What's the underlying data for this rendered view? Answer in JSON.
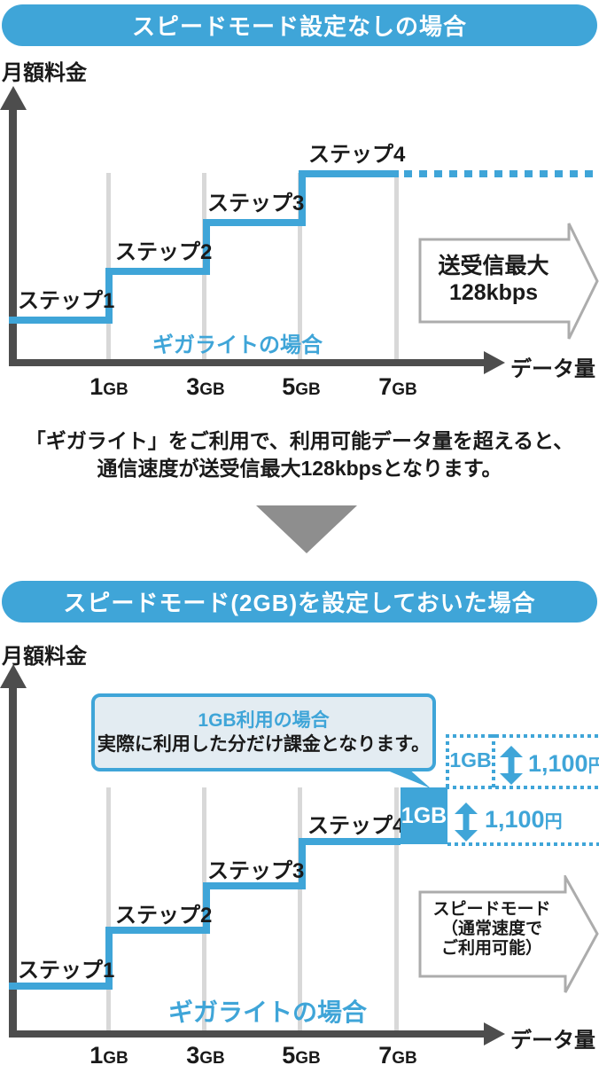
{
  "colors": {
    "accent_blue": "#3fa5d8",
    "callout_fill": "#e3ecf2",
    "axis_dark": "#4d4d4d",
    "gridline_gray": "#d8d8d8",
    "outline_arrow_gray": "#acacac",
    "transition_triangle_gray": "#8e8e8e",
    "text_black": "#1a1a1a"
  },
  "section1": {
    "banner": "スピードモード設定なしの場合",
    "y_axis": "月額料金",
    "x_axis": "データ量",
    "steps": [
      "ステップ1",
      "ステップ2",
      "ステップ3",
      "ステップ4"
    ],
    "ticks": [
      {
        "num": "1",
        "unit": "GB"
      },
      {
        "num": "3",
        "unit": "GB"
      },
      {
        "num": "5",
        "unit": "GB"
      },
      {
        "num": "7",
        "unit": "GB"
      }
    ],
    "plan_label": "ギガライトの場合",
    "speed_arrow": {
      "line1": "送受信最大",
      "line2": "128kbps"
    }
  },
  "middle": {
    "line1": "「ギガライト」をご利用で、利用可能データ量を超えると、",
    "line2": "通信速度が送受信最大128kbpsとなります。"
  },
  "section2": {
    "banner": "スピードモード(2GB)を設定しておいた場合",
    "y_axis": "月額料金",
    "x_axis": "データ量",
    "steps": [
      "ステップ1",
      "ステップ2",
      "ステップ3",
      "ステップ4"
    ],
    "ticks": [
      {
        "num": "1",
        "unit": "GB"
      },
      {
        "num": "3",
        "unit": "GB"
      },
      {
        "num": "5",
        "unit": "GB"
      },
      {
        "num": "7",
        "unit": "GB"
      }
    ],
    "plan_label": "ギガライトの場合",
    "callout": {
      "title": "1GB利用の場合",
      "body": "実際に利用した分だけ課金となります。"
    },
    "gb_block_dotted": {
      "label": "1GB"
    },
    "gb_block_solid": {
      "label": "1GB"
    },
    "price_upper": {
      "amount": "1,100",
      "unit": "円"
    },
    "price_lower": {
      "amount": "1,100",
      "unit": "円"
    },
    "speed_arrow": {
      "line1": "スピードモード",
      "line2": "（通常速度で",
      "line3": "ご利用可能）"
    }
  },
  "chart_data": [
    {
      "type": "step",
      "title": "スピードモード設定なしの場合",
      "xlabel": "データ量",
      "ylabel": "月額料金",
      "x_ticks": [
        "1GB",
        "3GB",
        "5GB",
        "7GB"
      ],
      "series_label": "ギガライトの場合",
      "steps": [
        {
          "label": "ステップ1",
          "x_range": [
            "0GB",
            "1GB"
          ],
          "level": 1
        },
        {
          "label": "ステップ2",
          "x_range": [
            "1GB",
            "3GB"
          ],
          "level": 2
        },
        {
          "label": "ステップ3",
          "x_range": [
            "3GB",
            "5GB"
          ],
          "level": 3
        },
        {
          "label": "ステップ4",
          "x_range": [
            "5GB",
            "7GB"
          ],
          "level": 4
        }
      ],
      "beyond_7gb": "dotted line at ステップ4 level",
      "annotation": "送受信最大128kbps",
      "grid": true,
      "legend_position": "none"
    },
    {
      "type": "step",
      "title": "スピードモード(2GB)を設定しておいた場合",
      "xlabel": "データ量",
      "ylabel": "月額料金",
      "x_ticks": [
        "1GB",
        "3GB",
        "5GB",
        "7GB"
      ],
      "series_label": "ギガライトの場合",
      "steps": [
        {
          "label": "ステップ1",
          "x_range": [
            "0GB",
            "1GB"
          ],
          "level": 1
        },
        {
          "label": "ステップ2",
          "x_range": [
            "1GB",
            "3GB"
          ],
          "level": 2
        },
        {
          "label": "ステップ3",
          "x_range": [
            "3GB",
            "5GB"
          ],
          "level": 3
        },
        {
          "label": "ステップ4",
          "x_range": [
            "5GB",
            "7GB"
          ],
          "level": 4
        }
      ],
      "speed_mode_blocks": [
        {
          "label": "1GB",
          "price": "1,100円",
          "style": "solid",
          "position": "above ステップ4 beyond 7GB"
        },
        {
          "label": "1GB",
          "price": "1,100円",
          "style": "dotted",
          "position": "stacked above solid 1GB block"
        }
      ],
      "callout": {
        "title": "1GB利用の場合",
        "body": "実際に利用した分だけ課金となります。"
      },
      "annotation": "スピードモード（通常速度でご利用可能）",
      "grid": true,
      "legend_position": "none"
    }
  ]
}
